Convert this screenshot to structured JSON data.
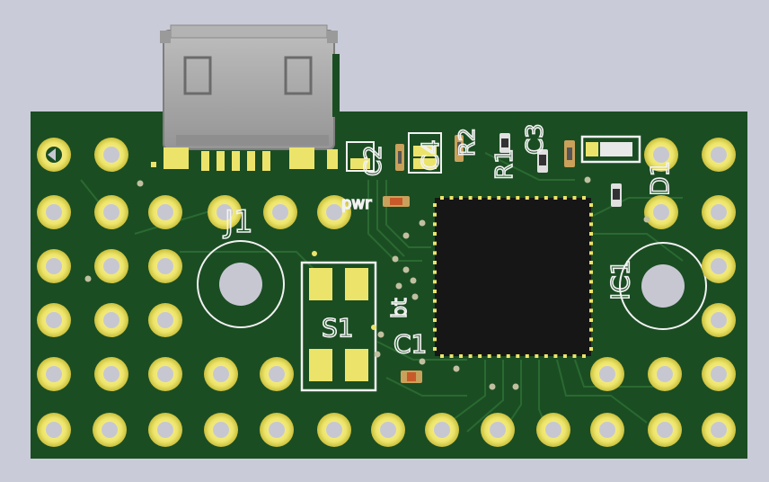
{
  "colors": {
    "background": "#c9cbd8",
    "board": "#1b4d23",
    "board_dark": "#143d1b",
    "trace": "#2a6a31",
    "pad_gold": "#ece46a",
    "silkscreen": "#f2f2f2",
    "chip": "#161616",
    "connector_body": "#a9a9a9"
  },
  "labels": {
    "j1": "J1",
    "s1": "S1",
    "c1": "C1",
    "c2": "C2",
    "c3": "C3",
    "c4": "C4",
    "r1": "R1",
    "r2": "R2",
    "ic1": "IC1",
    "d1": "D1",
    "pwr": "pwr",
    "bt": "bt"
  }
}
